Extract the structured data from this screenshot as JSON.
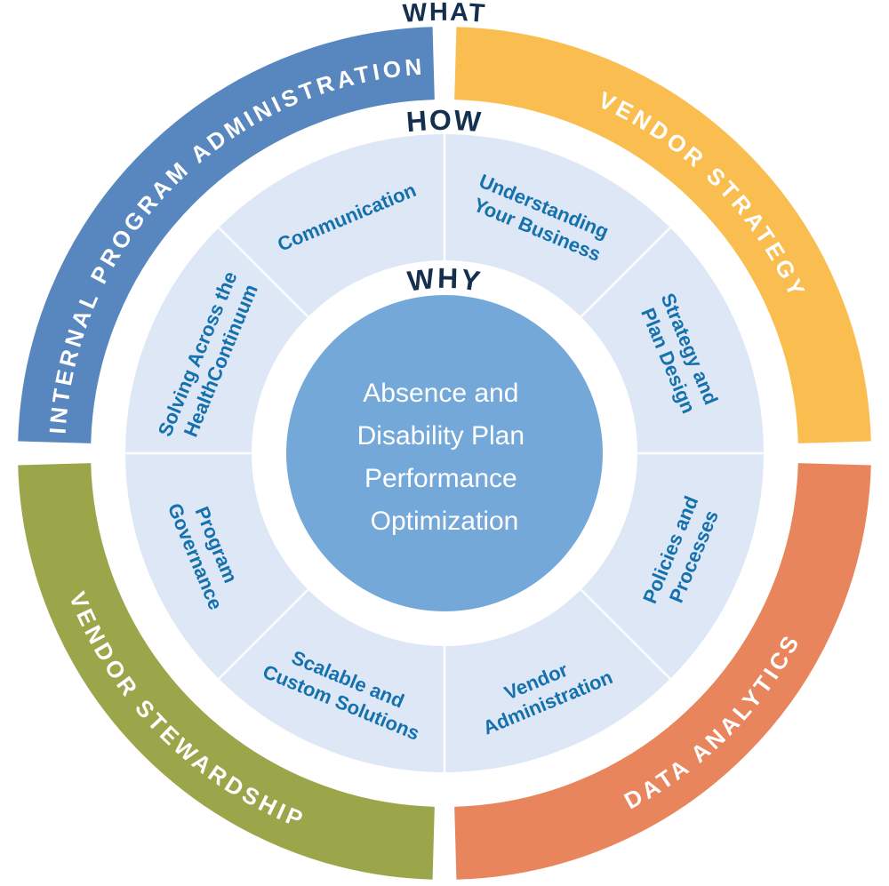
{
  "headings": {
    "what": "WHAT",
    "how": "HOW",
    "why": "WHY"
  },
  "colors": {
    "navy": "#14304E",
    "white": "#FFFFFF",
    "segment_label_blue": "#1571AD",
    "middle_ring_fill": "#DEE7F5",
    "divider": "#FFFFFF",
    "center_fill": "#73A8D8",
    "internal_program_administration": "#5787BE",
    "vendor_strategy": "#F9BE4F",
    "data_analytics": "#E8855C",
    "vendor_stewardship": "#9BA64B"
  },
  "outer_ring": {
    "quadrants": [
      {
        "id": "internal-program-administration",
        "label": "INTERNAL PROGRAM ADMINISTRATION",
        "position": "top-left"
      },
      {
        "id": "vendor-strategy",
        "label": "VENDOR STRATEGY",
        "position": "top-right"
      },
      {
        "id": "data-analytics",
        "label": "DATA ANALYTICS",
        "position": "bottom-right"
      },
      {
        "id": "vendor-stewardship",
        "label": "VENDOR STEWARDSHIP",
        "position": "bottom-left"
      }
    ]
  },
  "middle_ring": {
    "segments": [
      {
        "id": "communication",
        "lines": [
          "Communication"
        ]
      },
      {
        "id": "understanding-your-business",
        "lines": [
          "Understanding",
          "Your Business"
        ]
      },
      {
        "id": "strategy-and-plan-design",
        "lines": [
          "Strategy and",
          "Plan Design"
        ]
      },
      {
        "id": "policies-and-processes",
        "lines": [
          "Policies and",
          "Processes"
        ]
      },
      {
        "id": "vendor-administration",
        "lines": [
          "Vendor",
          "Administration"
        ]
      },
      {
        "id": "scalable-and-custom-solutions",
        "lines": [
          "Scalable and",
          "Custom Solutions"
        ]
      },
      {
        "id": "program-governance",
        "lines": [
          "Program",
          "Governance"
        ]
      },
      {
        "id": "solving-across-the-health-continuum",
        "lines": [
          "Solving Across the",
          "HealthContinuum"
        ]
      }
    ]
  },
  "center": {
    "lines": [
      "Absence and",
      "Disability Plan",
      "Performance",
      "Optimization"
    ]
  }
}
